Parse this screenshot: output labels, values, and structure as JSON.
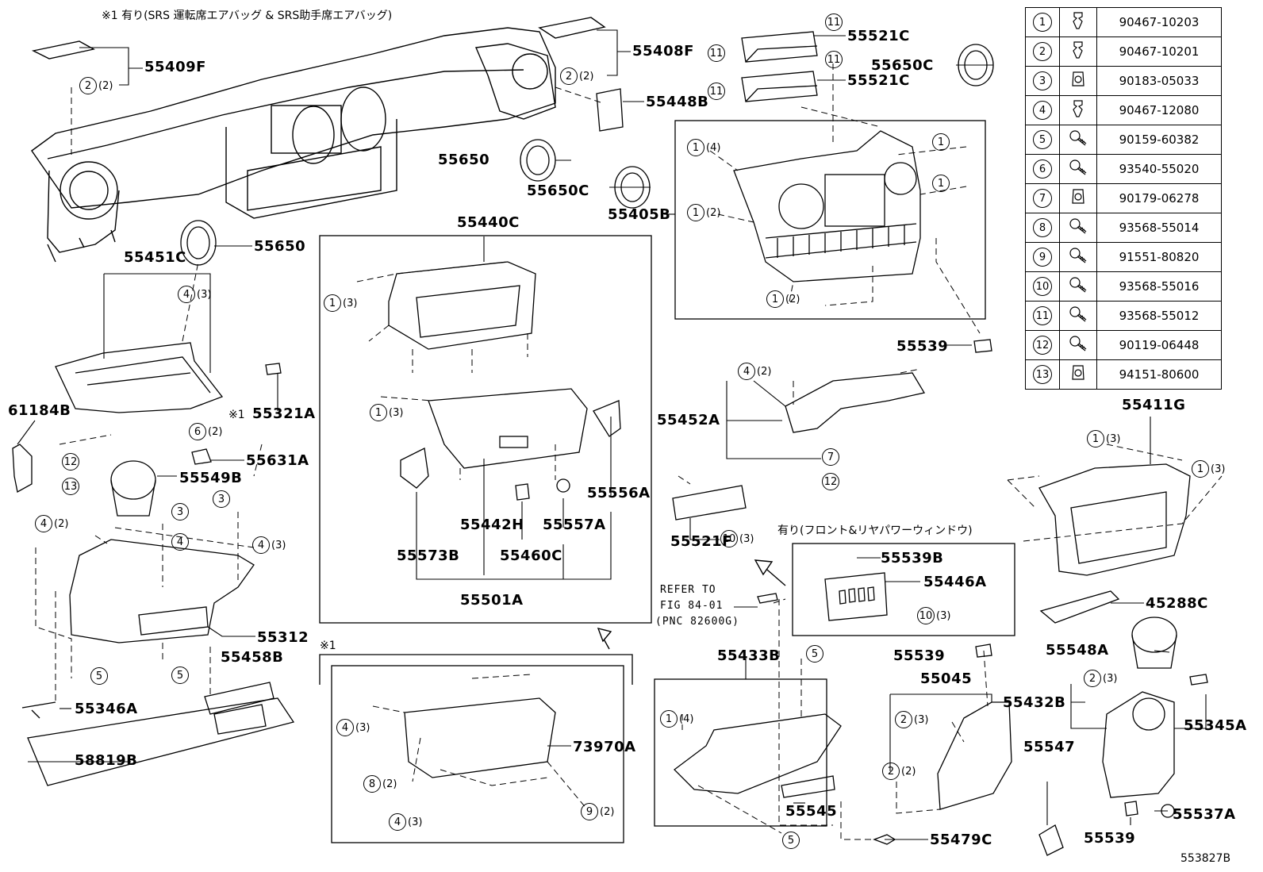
{
  "header_note": "※1 有り(SRS 運転席エアバッグ & SRS助手席エアバッグ)",
  "footer_id": "553827B",
  "legend": [
    {
      "num": "1",
      "part": "90467-10203",
      "icon": "clip-icon"
    },
    {
      "num": "2",
      "part": "90467-10201",
      "icon": "clip-icon"
    },
    {
      "num": "3",
      "part": "90183-05033",
      "icon": "nut-icon"
    },
    {
      "num": "4",
      "part": "90467-12080",
      "icon": "clip-icon"
    },
    {
      "num": "5",
      "part": "90159-60382",
      "icon": "screw-icon"
    },
    {
      "num": "6",
      "part": "93540-55020",
      "icon": "screw-icon"
    },
    {
      "num": "7",
      "part": "90179-06278",
      "icon": "nut-icon"
    },
    {
      "num": "8",
      "part": "93568-55014",
      "icon": "screw-icon"
    },
    {
      "num": "9",
      "part": "91551-80820",
      "icon": "screw-icon"
    },
    {
      "num": "10",
      "part": "93568-55016",
      "icon": "screw-icon"
    },
    {
      "num": "11",
      "part": "93568-55012",
      "icon": "screw-icon"
    },
    {
      "num": "12",
      "part": "90119-06448",
      "icon": "screw-icon"
    },
    {
      "num": "13",
      "part": "94151-80600",
      "icon": "nut-icon"
    }
  ],
  "labels": {
    "p55409F": "55409F",
    "p55408F": "55408F",
    "p55448B": "55448B",
    "p55521C_a": "55521C",
    "p55521C_b": "55521C",
    "p55650C_a": "55650C",
    "p55650C_b": "55650C",
    "p55650_a": "55650",
    "p55650_b": "55650",
    "p55405B": "55405B",
    "p55451C": "55451C",
    "p55440C": "55440C",
    "p61184B": "61184B",
    "p55321A": "55321A",
    "p55631A": "55631A",
    "p55549B": "55549B",
    "p55312": "55312",
    "p55458B": "55458B",
    "p55346A": "55346A",
    "p58819B": "58819B",
    "p55556A": "55556A",
    "p55442H": "55442H",
    "p55557A": "55557A",
    "p55573B": "55573B",
    "p55460C": "55460C",
    "p55501A": "55501A",
    "p73970A": "73970A",
    "p55539_a": "55539",
    "p55452A": "55452A",
    "p55411G": "55411G",
    "p55521F": "55521F",
    "p55539B": "55539B",
    "p55446A": "55446A",
    "p45288C": "45288C",
    "p55548A": "55548A",
    "p55433B": "55433B",
    "p55539_b": "55539",
    "p55045": "55045",
    "p55432B": "55432B",
    "p55345A": "55345A",
    "p55547": "55547",
    "p55545": "55545",
    "p55537A": "55537A",
    "p55539_c": "55539",
    "p55479C": "55479C",
    "mark1": "※1",
    "mark1b": "※1"
  },
  "notes": {
    "power_window": "有り(フロント&リヤパワーウィンドウ)",
    "refer1": "REFER TO",
    "refer2": "FIG 84-01",
    "refer3": "(PNC 82600G)"
  },
  "callouts": {
    "c1": {
      "n": "2",
      "q": "(2)"
    },
    "c2": {
      "n": "2",
      "q": "(2)"
    },
    "c3": {
      "n": "11",
      "q": ""
    },
    "c4": {
      "n": "11",
      "q": ""
    },
    "c5": {
      "n": "11",
      "q": ""
    },
    "c6": {
      "n": "11",
      "q": ""
    },
    "c7": {
      "n": "1",
      "q": "(4)"
    },
    "c8": {
      "n": "1",
      "q": ""
    },
    "c9": {
      "n": "1",
      "q": "(2)"
    },
    "c10": {
      "n": "1",
      "q": ""
    },
    "c11": {
      "n": "1",
      "q": "(2)"
    },
    "c12": {
      "n": "4",
      "q": "(3)"
    },
    "c13": {
      "n": "1",
      "q": "(3)"
    },
    "c14": {
      "n": "1",
      "q": "(3)"
    },
    "c15": {
      "n": "6",
      "q": "(2)"
    },
    "c16": {
      "n": "12",
      "q": ""
    },
    "c17": {
      "n": "13",
      "q": ""
    },
    "c18": {
      "n": "3",
      "q": ""
    },
    "c19": {
      "n": "3",
      "q": ""
    },
    "c20": {
      "n": "4",
      "q": "(2)"
    },
    "c21": {
      "n": "4",
      "q": ""
    },
    "c22": {
      "n": "4",
      "q": "(3)"
    },
    "c23": {
      "n": "5",
      "q": ""
    },
    "c24": {
      "n": "5",
      "q": ""
    },
    "c25": {
      "n": "4",
      "q": "(2)"
    },
    "c26": {
      "n": "7",
      "q": ""
    },
    "c27": {
      "n": "12",
      "q": ""
    },
    "c28": {
      "n": "1",
      "q": "(3)"
    },
    "c29": {
      "n": "1",
      "q": "(3)"
    },
    "c30": {
      "n": "10",
      "q": "(3)"
    },
    "c31": {
      "n": "10",
      "q": "(3)"
    },
    "c32": {
      "n": "5",
      "q": ""
    },
    "c33": {
      "n": "1",
      "q": "(4)"
    },
    "c34": {
      "n": "2",
      "q": "(3)"
    },
    "c35": {
      "n": "2",
      "q": "(2)"
    },
    "c36": {
      "n": "2",
      "q": "(3)"
    },
    "c37": {
      "n": "4",
      "q": "(3)"
    },
    "c38": {
      "n": "8",
      "q": "(2)"
    },
    "c39": {
      "n": "4",
      "q": "(3)"
    },
    "c40": {
      "n": "9",
      "q": "(2)"
    },
    "c41": {
      "n": "5",
      "q": ""
    }
  }
}
